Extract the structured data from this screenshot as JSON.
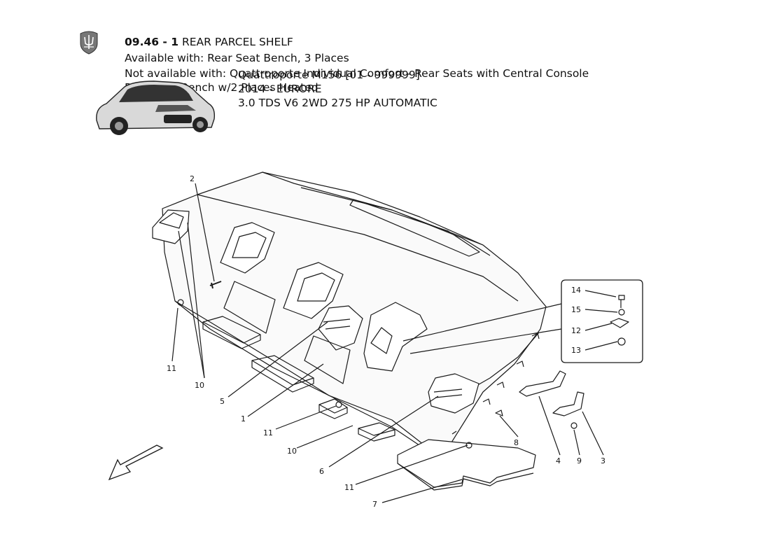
{
  "header": {
    "code": "09.46 - 1",
    "title": "REAR PARCEL SHELF",
    "line1": "Available with: Rear Seat Bench, 3 Places",
    "line2": "Not available with: Quattroporte Individual Comfort - Rear Seats with Central Console",
    "line3": "Rear Seat Bench w/2 Places Heated",
    "overlay1": "Quattroporte M156 [01 - 999999]",
    "overlay2": "2014 - EURORE",
    "overlay3": "3.0 TDS V6 2WD 275 HP AUTOMATIC"
  },
  "icons": {
    "logo": "maserati-trident-icon",
    "car": "car-thumbnail-icon",
    "direction": "direction-arrow-icon"
  },
  "callouts": {
    "c2": "2",
    "c11a": "11",
    "c10a": "10",
    "c5": "5",
    "c1": "1",
    "c11b": "11",
    "c10b": "10",
    "c6": "6",
    "c11c": "11",
    "c7": "7",
    "c8": "8",
    "c4": "4",
    "c9": "9",
    "c3": "3",
    "c14": "14",
    "c15": "15",
    "c12": "12",
    "c13": "13"
  }
}
